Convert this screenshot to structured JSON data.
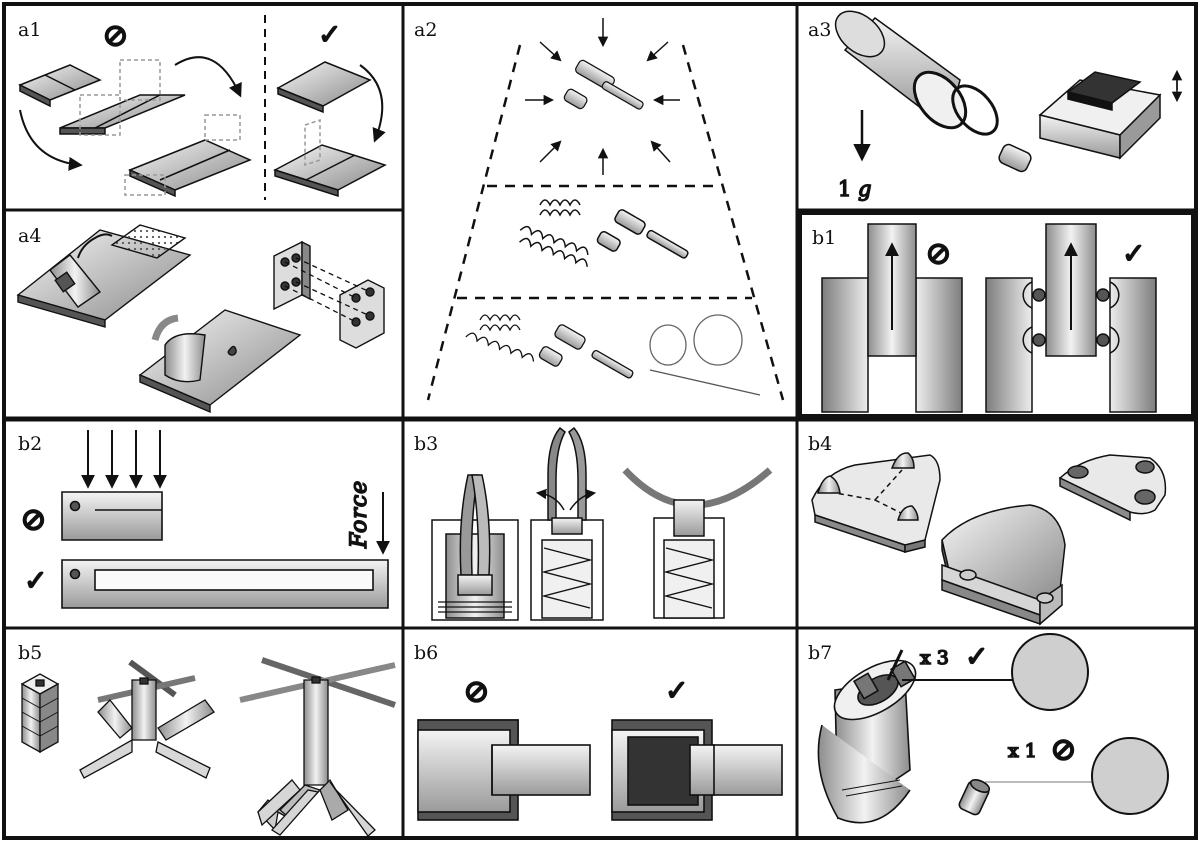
{
  "panels": {
    "a1": {
      "label": "a1",
      "bad_symbol": "⊘",
      "good_symbol": "✓"
    },
    "a2": {
      "label": "a2"
    },
    "a3": {
      "label": "a3",
      "gravity_label": "1 𝑔"
    },
    "a4": {
      "label": "a4"
    },
    "b1": {
      "label": "b1",
      "bad_symbol": "⊘",
      "good_symbol": "✓"
    },
    "b2": {
      "label": "b2",
      "bad_symbol": "⊘",
      "good_symbol": "✓",
      "force_label": "Force"
    },
    "b3": {
      "label": "b3"
    },
    "b4": {
      "label": "b4"
    },
    "b5": {
      "label": "b5"
    },
    "b6": {
      "label": "b6",
      "bad_symbol": "⊘",
      "good_symbol": "✓"
    },
    "b7": {
      "label": "b7",
      "good_multiplier": "x 3",
      "good_symbol": "✓",
      "bad_multiplier": "x 1",
      "bad_symbol": "⊘"
    }
  },
  "colors": {
    "line": "#111111",
    "light_gray": "#e6e6e6",
    "mid_gray": "#bdbdbd",
    "dark_gray": "#6e6e6e"
  }
}
